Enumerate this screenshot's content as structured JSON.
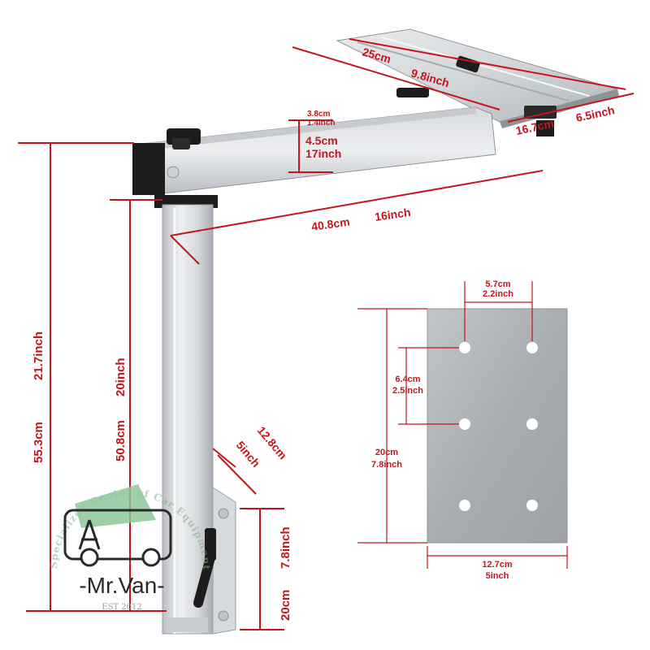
{
  "colors": {
    "dimension_red": "#c4161c",
    "aluminum_light": "#e3e5e8",
    "aluminum_mid": "#c9ccd0",
    "aluminum_dark": "#9aa0a6",
    "plate_grey": "#aeb1b5",
    "black_parts": "#1d1d1d",
    "watermark_green": "#7fb08a"
  },
  "dimensions": {
    "top_length_cm": "25cm",
    "top_length_in": "9.8inch",
    "top_width_cm": "16.7cm",
    "top_width_in": "6.5inch",
    "arm_height_cm": "3.8cm",
    "arm_height_in": "1.4inch",
    "arm_depth_cm": "4.5cm",
    "arm_depth_in": "17inch",
    "arm_length_cm": "40.8cm",
    "arm_length_in": "16inch",
    "total_height_cm": "55.3cm",
    "total_height_in": "21.7inch",
    "post_height_cm": "50.8cm",
    "post_height_in": "20inch",
    "clamp_offset_cm": "12.8cm",
    "clamp_offset_in": "5inch",
    "bracket_height_cm": "20cm",
    "bracket_height_in": "7.8inch"
  },
  "plate": {
    "hole_spacing_h_cm": "5.7cm",
    "hole_spacing_h_in": "2.2inch",
    "hole_spacing_v_cm": "6.4cm",
    "hole_spacing_v_in": "2.5inch",
    "height_cm": "20cm",
    "height_in": "7.8inch",
    "width_cm": "12.7cm",
    "width_in": "5inch"
  },
  "watermark": {
    "arc_text": "Specialized Center of Car Equipments",
    "brand": "-Mr.Van-",
    "est": "EST 2012"
  }
}
